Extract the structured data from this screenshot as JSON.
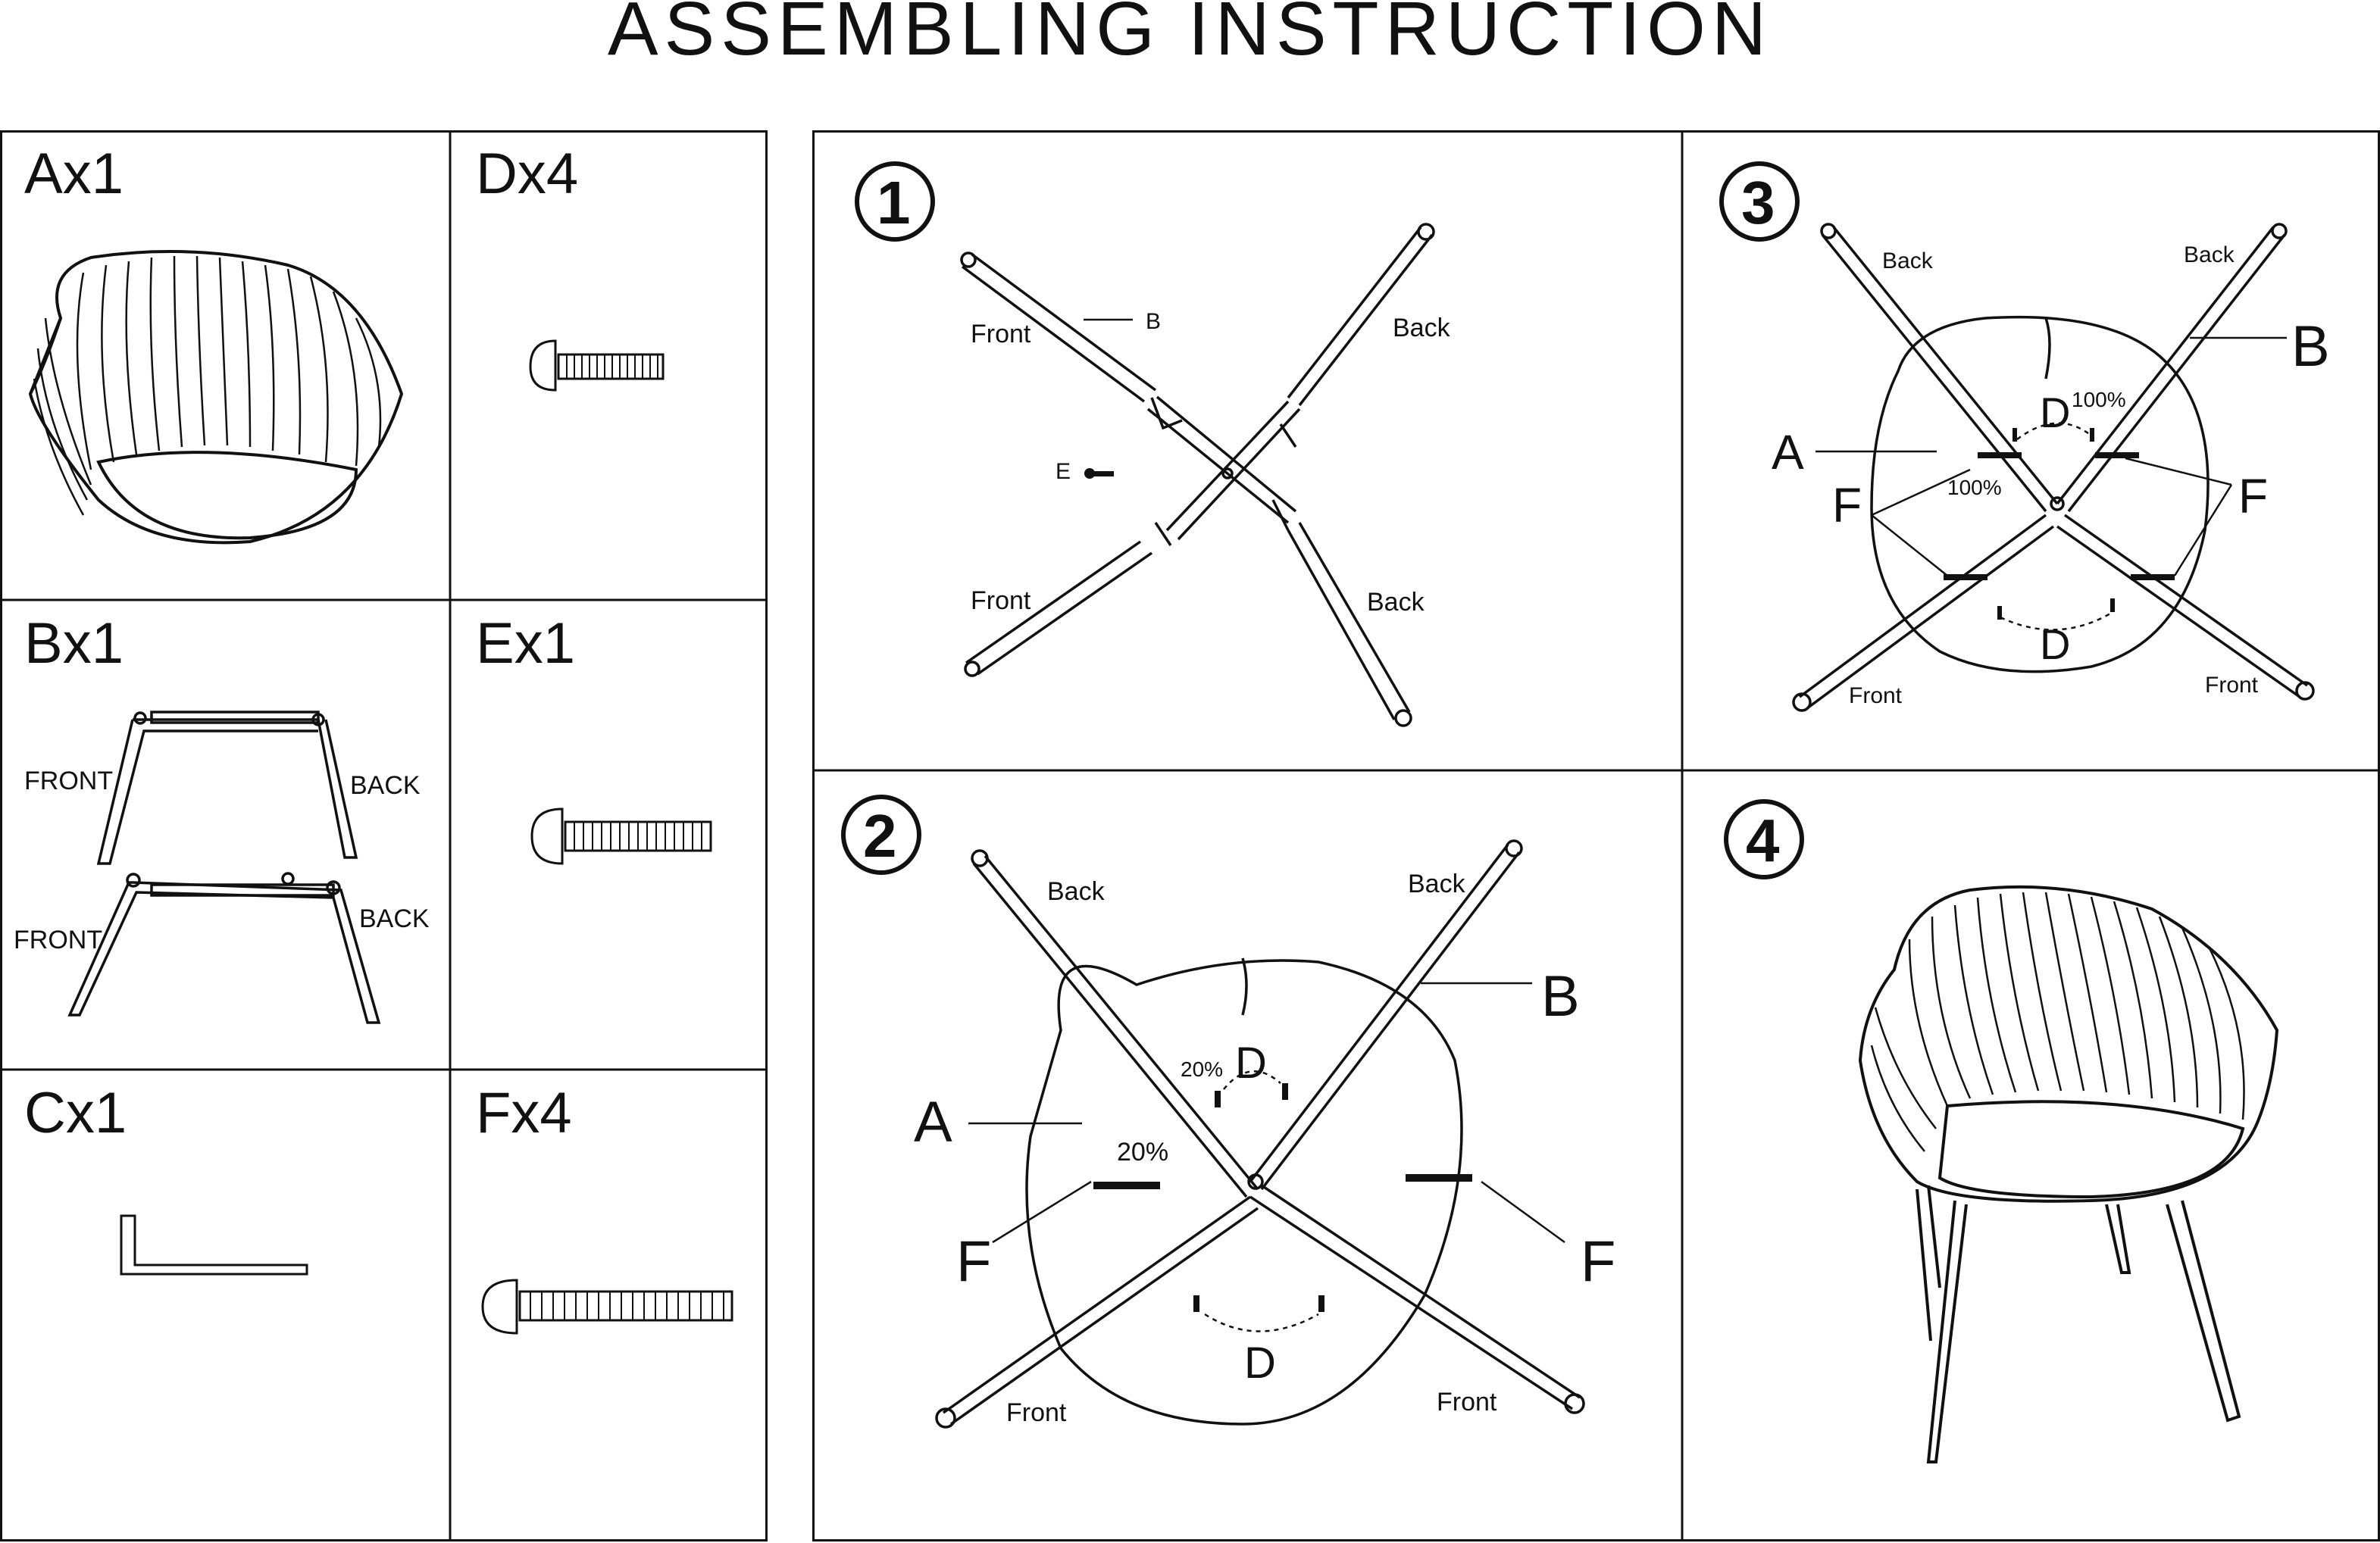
{
  "title": "ASSEMBLING INSTRUCTION",
  "parts": [
    {
      "id": "A",
      "label": "Ax1"
    },
    {
      "id": "D",
      "label": "Dx4"
    },
    {
      "id": "B",
      "label": "Bx1"
    },
    {
      "id": "E",
      "label": "Ex1"
    },
    {
      "id": "C",
      "label": "Cx1"
    },
    {
      "id": "F",
      "label": "Fx4"
    }
  ],
  "part_b_labels": {
    "front1": "FRONT",
    "back1": "BACK",
    "front2": "FRONT",
    "back2": "BACK"
  },
  "steps": [
    {
      "number": "1",
      "labels": {
        "front_top": "Front",
        "b": "B",
        "back_top": "Back",
        "e": "E",
        "front_bottom": "Front",
        "back_bottom": "Back"
      }
    },
    {
      "number": "2",
      "labels": {
        "back_left": "Back",
        "back_right": "Back",
        "b": "B",
        "a": "A",
        "pct1": "20%",
        "d_top": "D",
        "pct2": "20%",
        "f_left": "F",
        "f_right": "F",
        "d_bottom": "D",
        "front_left": "Front",
        "front_right": "Front"
      }
    },
    {
      "number": "3",
      "labels": {
        "back_left": "Back",
        "back_right": "Back",
        "b": "B",
        "d_top": "D",
        "pct1": "100%",
        "a": "A",
        "pct2": "100%",
        "f_left": "F",
        "f_right": "F",
        "d_bottom": "D",
        "front_left": "Front",
        "front_right": "Front"
      }
    },
    {
      "number": "4",
      "labels": {}
    }
  ]
}
